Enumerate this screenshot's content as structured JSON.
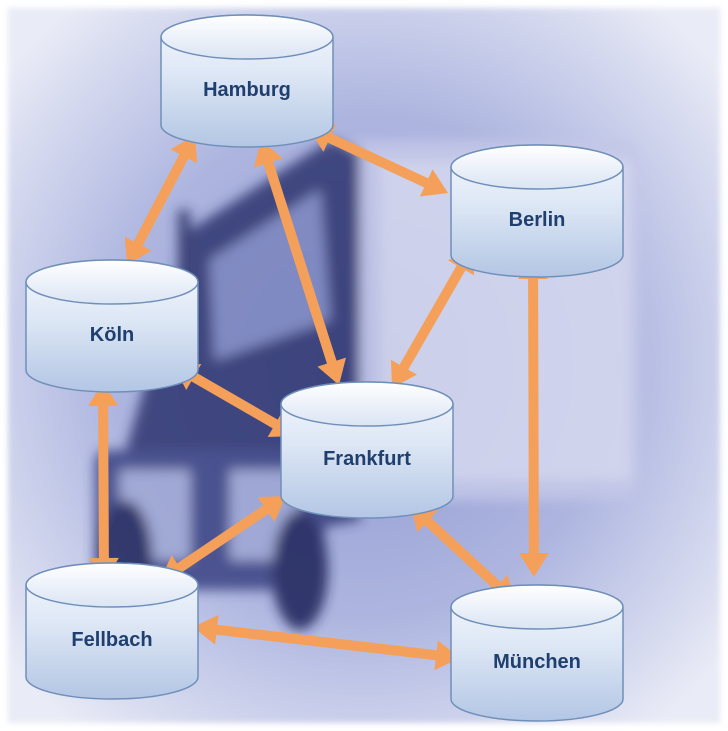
{
  "diagram": {
    "nodes": [
      {
        "id": "hamburg",
        "label": "Hamburg"
      },
      {
        "id": "berlin",
        "label": "Berlin"
      },
      {
        "id": "koeln",
        "label": "Köln"
      },
      {
        "id": "frankfurt",
        "label": "Frankfurt"
      },
      {
        "id": "fellbach",
        "label": "Fellbach"
      },
      {
        "id": "muenchen",
        "label": "München"
      }
    ],
    "edges": [
      {
        "from": "hamburg",
        "to": "koeln",
        "direction": "both"
      },
      {
        "from": "hamburg",
        "to": "berlin",
        "direction": "both"
      },
      {
        "from": "hamburg",
        "to": "frankfurt",
        "direction": "both"
      },
      {
        "from": "berlin",
        "to": "frankfurt",
        "direction": "both"
      },
      {
        "from": "berlin",
        "to": "muenchen",
        "direction": "both"
      },
      {
        "from": "koeln",
        "to": "frankfurt",
        "direction": "both"
      },
      {
        "from": "koeln",
        "to": "fellbach",
        "direction": "both"
      },
      {
        "from": "frankfurt",
        "to": "fellbach",
        "direction": "both"
      },
      {
        "from": "frankfurt",
        "to": "muenchen",
        "direction": "both"
      },
      {
        "from": "fellbach",
        "to": "muenchen",
        "direction": "both"
      }
    ],
    "colors": {
      "arrow": "#f4a05a",
      "node_text": "#1f3f6e",
      "node_fill_top": "#f4f8fd",
      "node_fill_bottom": "#b9cbe6",
      "node_stroke": "#6f8fba",
      "background": "#a9b2dd"
    },
    "background_image": "truck-photo"
  }
}
